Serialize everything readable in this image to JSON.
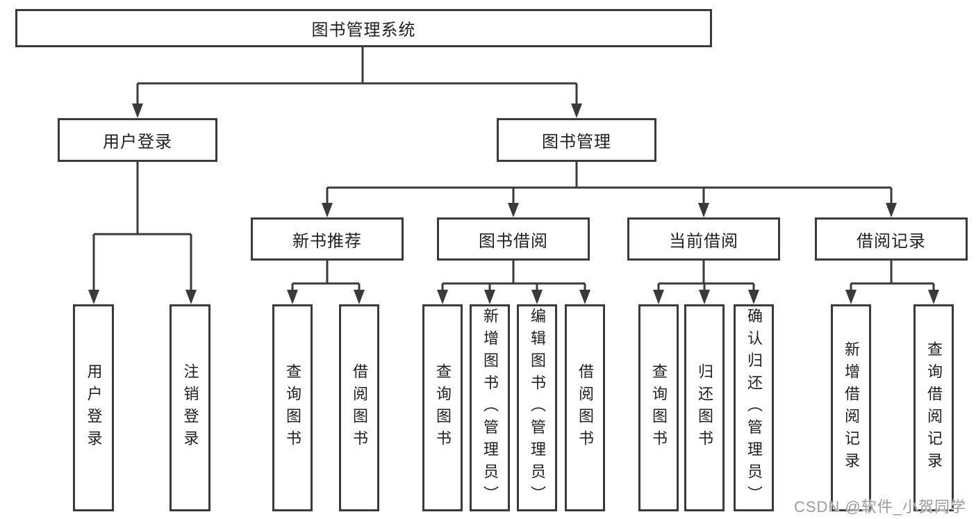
{
  "colors": {
    "line": "#3a3a3c",
    "text": "#202024",
    "watermark": "#9b9b9b",
    "background": "#ffffff"
  },
  "diagram": {
    "root": {
      "label": "图书管理系统"
    },
    "children": [
      {
        "label": "用户登录",
        "children": [
          {
            "label": "用户登录"
          },
          {
            "label": "注销登录"
          }
        ]
      },
      {
        "label": "图书管理",
        "children": [
          {
            "label": "新书推荐",
            "children": [
              {
                "label": "查询图书"
              },
              {
                "label": "借阅图书"
              }
            ]
          },
          {
            "label": "图书借阅",
            "children": [
              {
                "label": "查询图书"
              },
              {
                "label": "新增图书（管理员）"
              },
              {
                "label": "编辑图书（管理员）"
              },
              {
                "label": "借阅图书"
              }
            ]
          },
          {
            "label": "当前借阅",
            "children": [
              {
                "label": "查询图书"
              },
              {
                "label": "归还图书"
              },
              {
                "label": "确认归还（管理员）"
              }
            ]
          },
          {
            "label": "借阅记录",
            "children": [
              {
                "label": "新增借阅记录"
              },
              {
                "label": "查询借阅记录"
              }
            ]
          }
        ]
      }
    ]
  },
  "watermark": {
    "text": "CSDN @软件_小贺同学"
  }
}
